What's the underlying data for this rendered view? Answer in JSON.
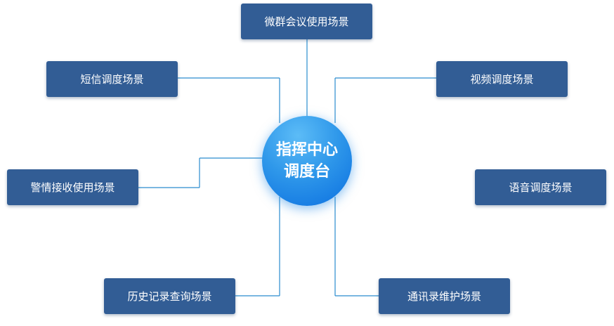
{
  "hub": {
    "line1": "指挥中心",
    "line2": "调度台"
  },
  "scenes": {
    "wechat_meeting": "微群会议使用场景",
    "sms_dispatch": "短信调度场景",
    "video_dispatch": "视频调度场景",
    "alarm_receive": "警情接收使用场景",
    "voice_dispatch": "语音调度场景",
    "history_query": "历史记录查询场景",
    "contacts_maintenance": "通讯录维护场景"
  },
  "colors": {
    "box": "#325d95",
    "hub_light": "#5cbcf7",
    "hub_dark": "#0b6fe0",
    "connector": "#2a8ccf"
  }
}
